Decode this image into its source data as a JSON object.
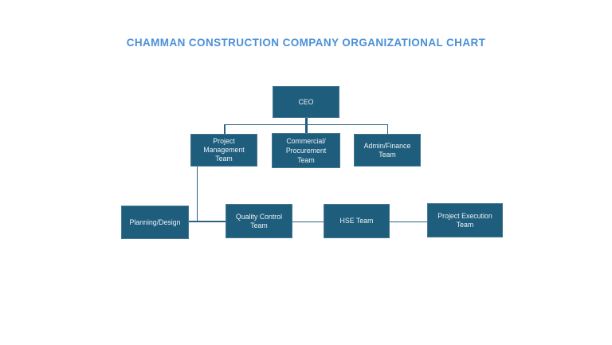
{
  "title": {
    "text": "CHAMMAN CONSTRUCTION COMPANY ORGANIZATIONAL CHART"
  },
  "palette": {
    "page_bg": "#ffffff",
    "title_color": "#4A90D8",
    "node_fill": "#1F5D7D",
    "node_border": "#447892",
    "node_text": "#EDF3F6",
    "connector_color": "#2F6282"
  },
  "nodes": {
    "ceo": {
      "label": "CEO"
    },
    "project_management": {
      "label": "Project Management Team"
    },
    "commercial_procurement": {
      "label": "Commercial/ Procurement Team"
    },
    "admin_finance": {
      "label": "Admin/Finance Team"
    },
    "planning_design": {
      "label": "Planning/Design"
    },
    "quality_control": {
      "label": "Quality Control Team"
    },
    "hse": {
      "label": "HSE Team"
    },
    "project_execution": {
      "label": "Project Execution Team"
    }
  },
  "edges": [
    "ceo -> project_management",
    "ceo -> commercial_procurement",
    "ceo -> admin_finance",
    "project_management -> planning_design",
    "planning_design - quality_control",
    "quality_control - hse",
    "hse - project_execution"
  ]
}
